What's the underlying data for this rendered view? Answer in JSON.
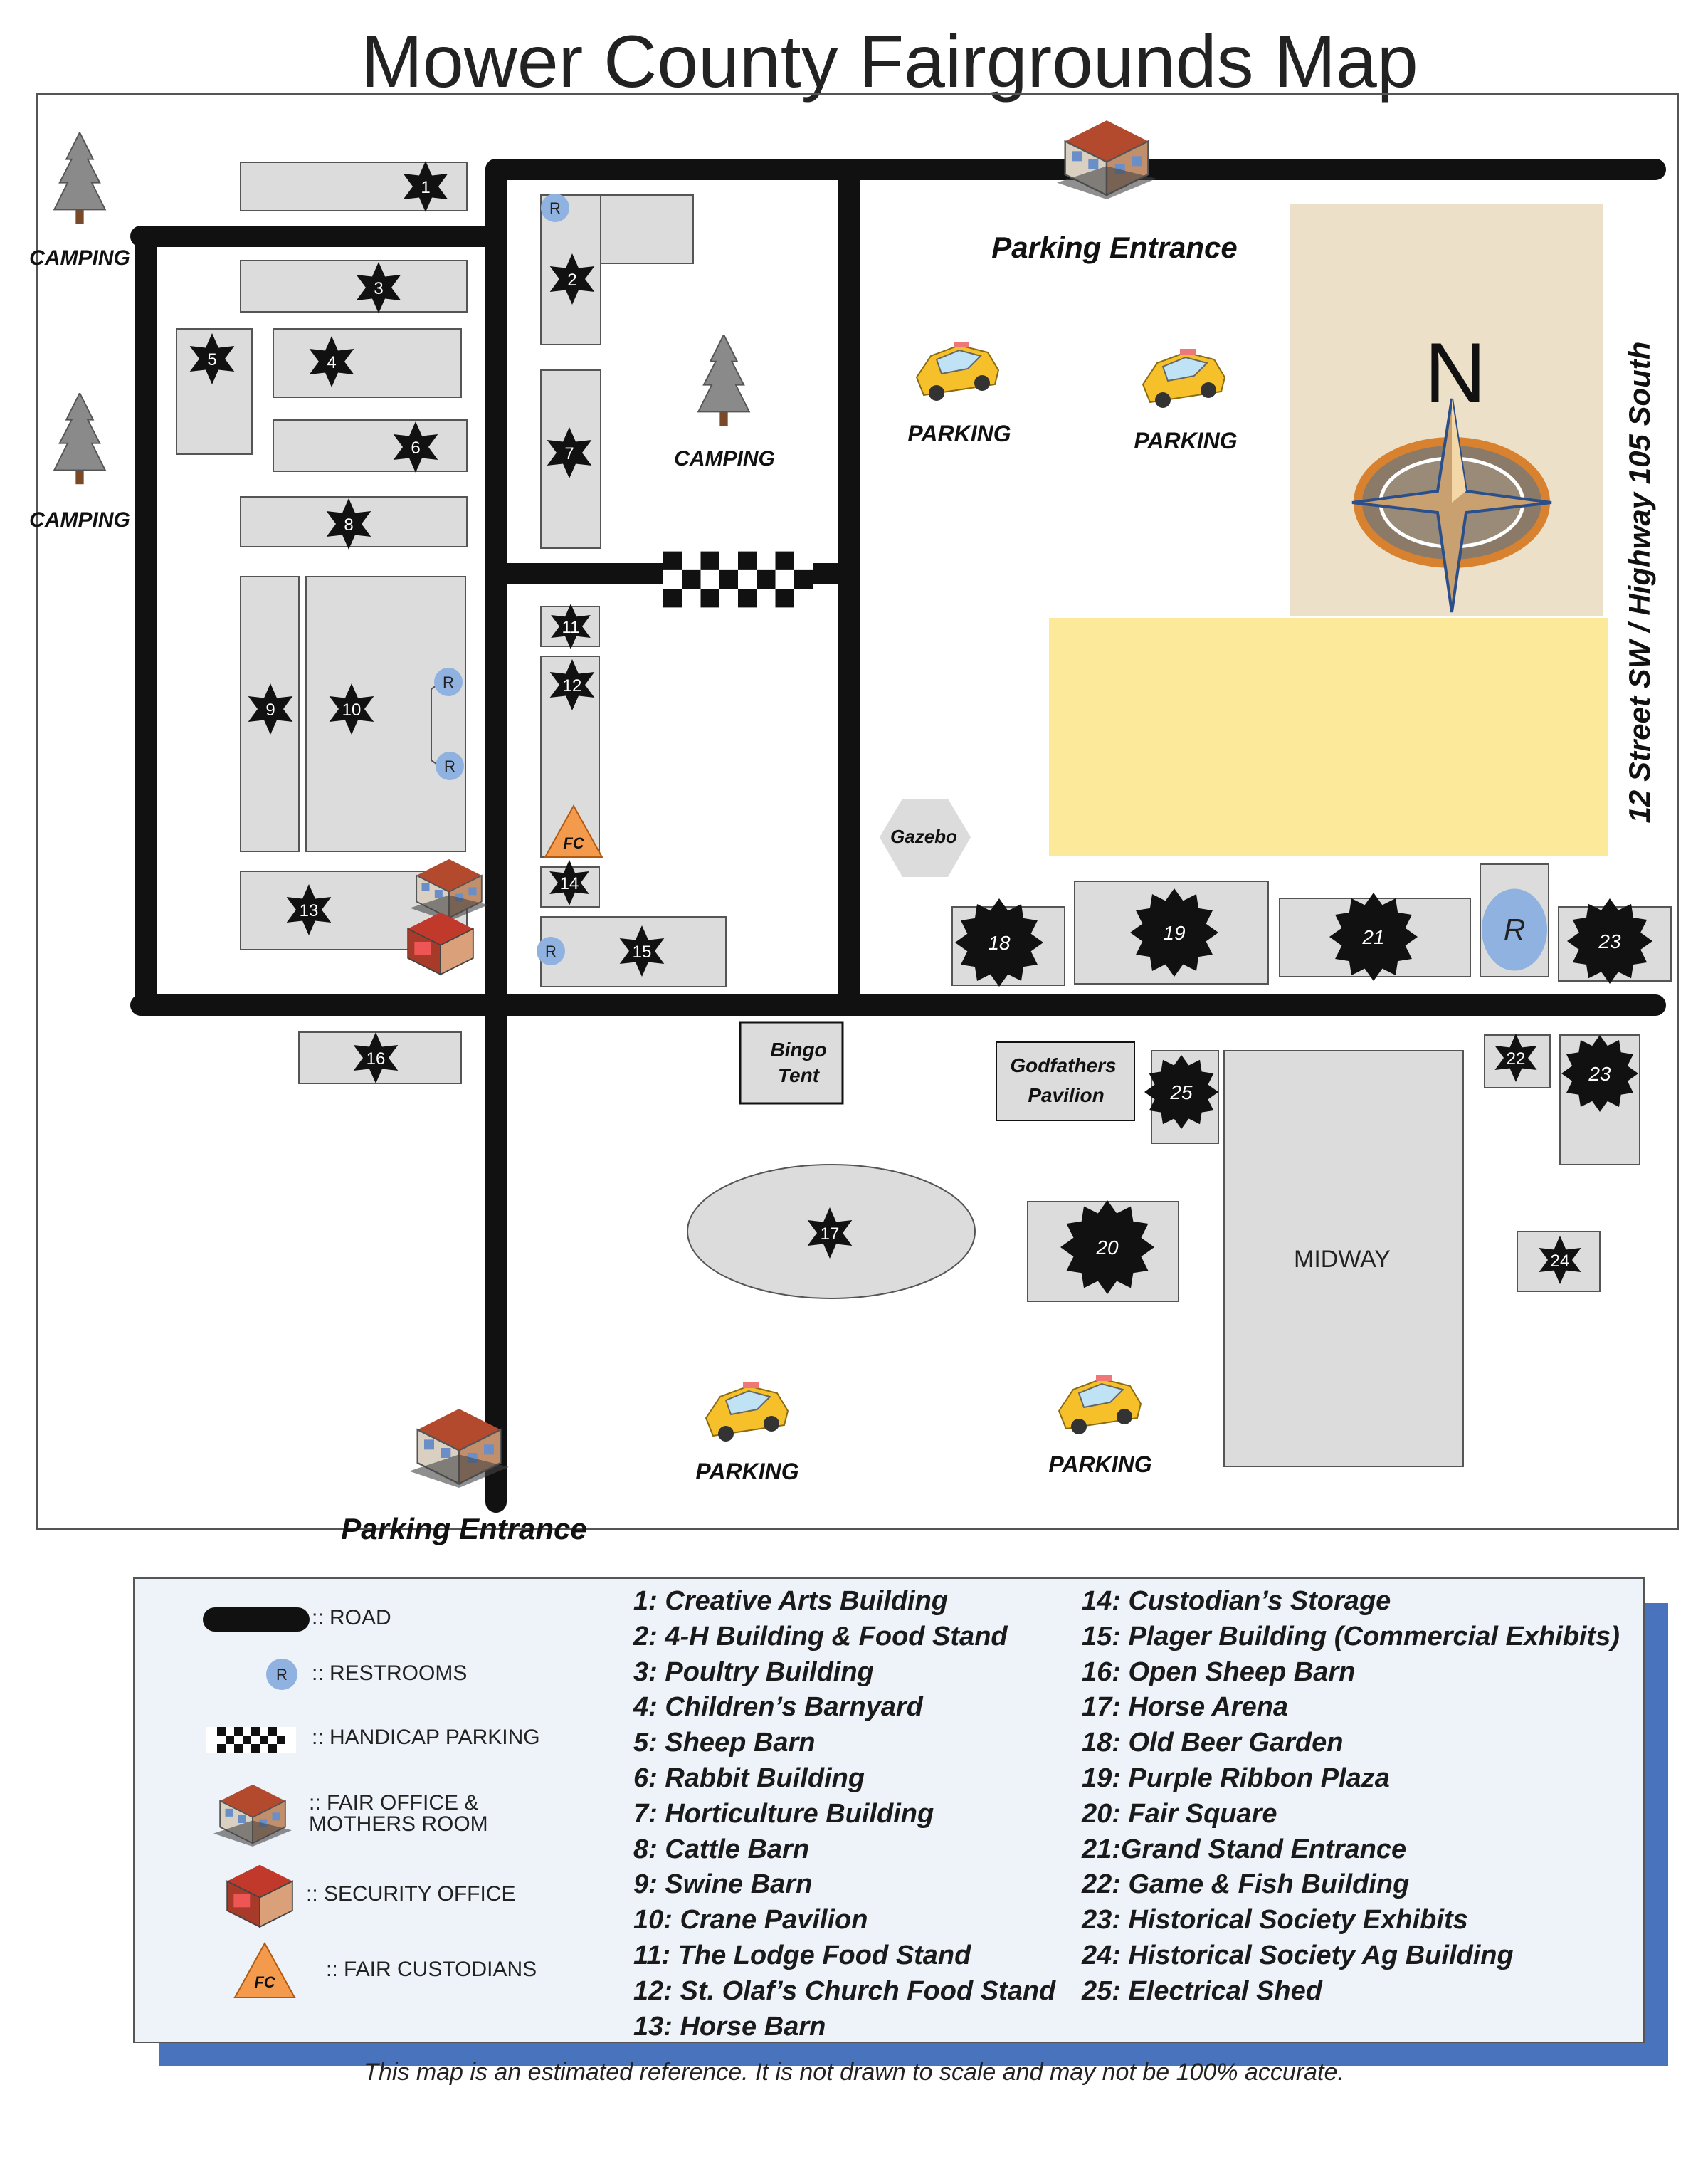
{
  "title": "Mower County Fairgrounds Map",
  "labels": {
    "parking_entrance_top": "Parking Entrance",
    "parking_entrance_bottom": "Parking Entrance",
    "camping": "CAMPING",
    "parking": "PARKING",
    "north": "N",
    "highway": "12 Street SW / Highway 105 South",
    "gazebo": "Gazebo",
    "bingo": [
      "Bingo",
      "Tent"
    ],
    "godfathers": [
      "Godfathers",
      "Pavilion"
    ],
    "midway": "MIDWAY",
    "restroom": "R",
    "fc": "FC"
  },
  "buildings": {
    "b1": "1",
    "b2": "2",
    "b3": "3",
    "b4": "4",
    "b5": "5",
    "b6": "6",
    "b7": "7",
    "b8": "8",
    "b9": "9",
    "b10": "10",
    "b11": "11",
    "b12": "12",
    "b13": "13",
    "b14": "14",
    "b15": "15",
    "b16": "16",
    "b17": "17",
    "b18": "18",
    "b19": "19",
    "b20": "20",
    "b21": "21",
    "b22": "22",
    "b23a": "23",
    "b23b": "23",
    "b24": "24",
    "b25": "25"
  },
  "legend": {
    "road": ":: ROAD",
    "restrooms": ":: RESTROOMS",
    "handicap": ":: HANDICAP PARKING",
    "fair_office": [
      ":: FAIR OFFICE &",
      "MOTHERS ROOM"
    ],
    "security": ":: SECURITY OFFICE",
    "custodians": ":: FAIR CUSTODIANS"
  },
  "key_col1": [
    "1: Creative Arts Building",
    "2: 4-H Building & Food Stand",
    "3: Poultry Building",
    "4: Children’s Barnyard",
    "5: Sheep Barn",
    "6: Rabbit Building",
    "7: Horticulture Building",
    "8: Cattle Barn",
    "9: Swine Barn",
    "10: Crane Pavilion",
    "11: The Lodge Food Stand",
    "12: St. Olaf’s Church Food Stand",
    "13: Horse Barn"
  ],
  "key_col2": [
    "14: Custodian’s Storage",
    "15: Plager Building (Commercial Exhibits)",
    "16: Open Sheep Barn",
    "17: Horse Arena",
    "18: Old Beer Garden",
    "19: Purple Ribbon Plaza",
    "20: Fair Square",
    "21:Grand Stand Entrance",
    "22: Game & Fish Building",
    "23: Historical Society Exhibits",
    "24: Historical Society Ag Building",
    "25: Electrical Shed"
  ],
  "footer": "This map is an estimated reference. It is not drawn to scale and may not be 100% accurate.",
  "colors": {
    "road": "#111111",
    "building": "#dcdcdc",
    "restroom": "#8fb2e0",
    "grandstand": "#fce99a",
    "compass_bg": "#ede0c8",
    "legend_bg": "#eef2f9",
    "legend_shadow": "#4a73bd",
    "custodian": "#f39a4c"
  }
}
